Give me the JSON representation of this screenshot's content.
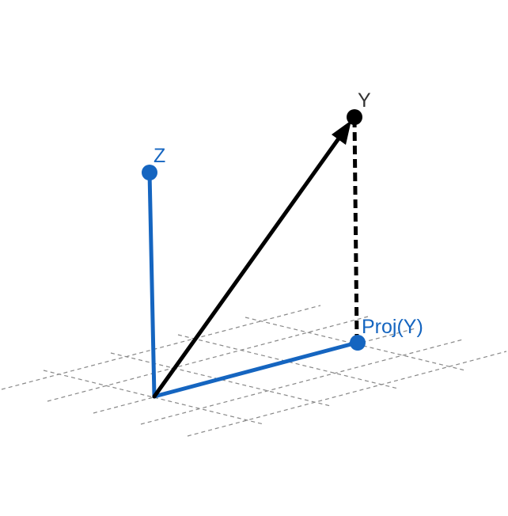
{
  "labels": {
    "z": "Z",
    "y": "Y",
    "proj": "Proj(Y)"
  },
  "colors": {
    "blue": "#1565c0",
    "black": "#000000",
    "grid": "#888888",
    "label_y": "#333333"
  }
}
